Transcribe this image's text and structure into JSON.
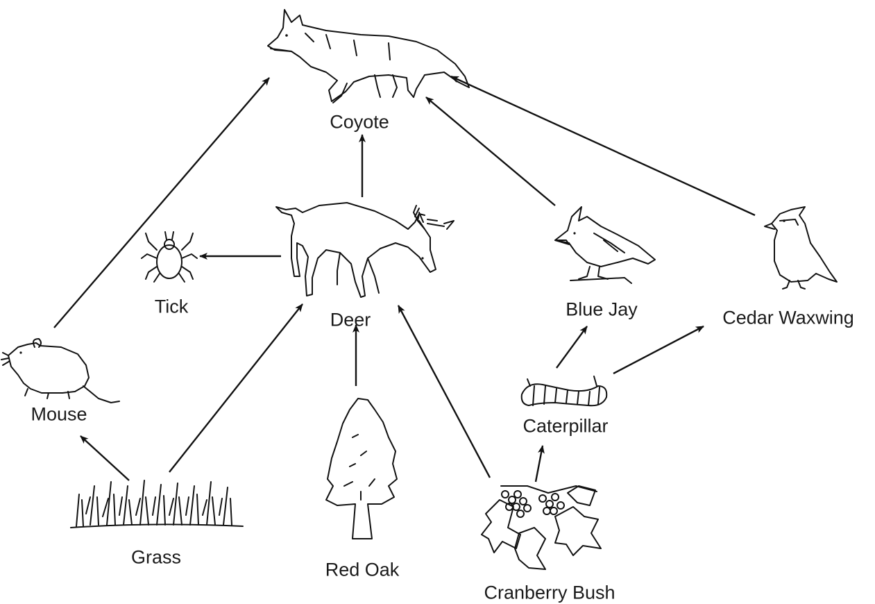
{
  "organisms": {
    "coyote": "Coyote",
    "deer": "Deer",
    "tick": "Tick",
    "blue_jay": "Blue Jay",
    "cedar_waxwing": "Cedar Waxwing",
    "mouse": "Mouse",
    "caterpillar": "Caterpillar",
    "grass": "Grass",
    "red_oak": "Red Oak",
    "cranberry_bush": "Cranberry Bush"
  },
  "icons": {
    "coyote": "coyote-icon",
    "deer": "deer-icon",
    "tick": "tick-icon",
    "blue_jay": "blue-jay-icon",
    "cedar_waxwing": "cedar-waxwing-icon",
    "mouse": "mouse-icon",
    "caterpillar": "caterpillar-icon",
    "grass": "grass-icon",
    "red_oak": "red-oak-icon",
    "cranberry_bush": "cranberry-bush-icon"
  },
  "links": [
    {
      "from": "mouse",
      "to": "coyote"
    },
    {
      "from": "deer",
      "to": "coyote"
    },
    {
      "from": "blue_jay",
      "to": "coyote"
    },
    {
      "from": "cedar_waxwing",
      "to": "coyote"
    },
    {
      "from": "deer",
      "to": "tick"
    },
    {
      "from": "grass",
      "to": "mouse"
    },
    {
      "from": "grass",
      "to": "deer"
    },
    {
      "from": "red_oak",
      "to": "deer"
    },
    {
      "from": "cranberry_bush",
      "to": "deer"
    },
    {
      "from": "cranberry_bush",
      "to": "caterpillar"
    },
    {
      "from": "caterpillar",
      "to": "blue_jay"
    },
    {
      "from": "caterpillar",
      "to": "cedar_waxwing"
    }
  ]
}
